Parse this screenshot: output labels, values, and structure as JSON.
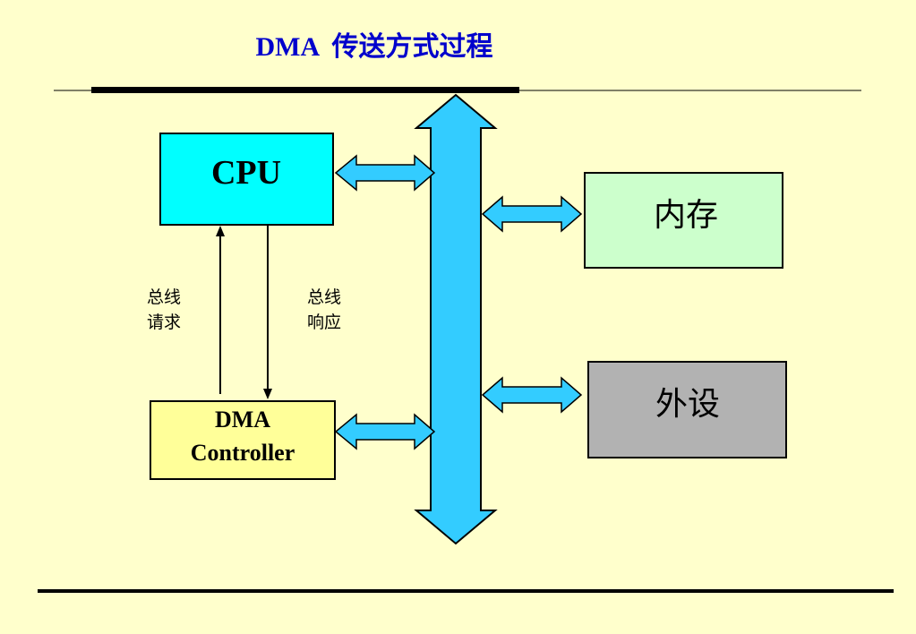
{
  "title": "DMA  传送方式过程",
  "boxes": {
    "cpu": {
      "label": "CPU",
      "fill": "#00FFFF"
    },
    "dma": {
      "line1": "DMA",
      "line2": "Controller",
      "fill": "#FFFF99"
    },
    "memory": {
      "label": "内存",
      "fill": "#CCFFCC"
    },
    "peripheral": {
      "label": "外设",
      "fill": "#B2B2B2"
    }
  },
  "signals": {
    "request": {
      "line1": "总线",
      "line2": "请求"
    },
    "response": {
      "line1": "总线",
      "line2": "响应"
    }
  },
  "colors": {
    "background": "#FFFFCC",
    "bus": "#33CCFF",
    "title": "#0000CC",
    "stroke": "#000000"
  }
}
